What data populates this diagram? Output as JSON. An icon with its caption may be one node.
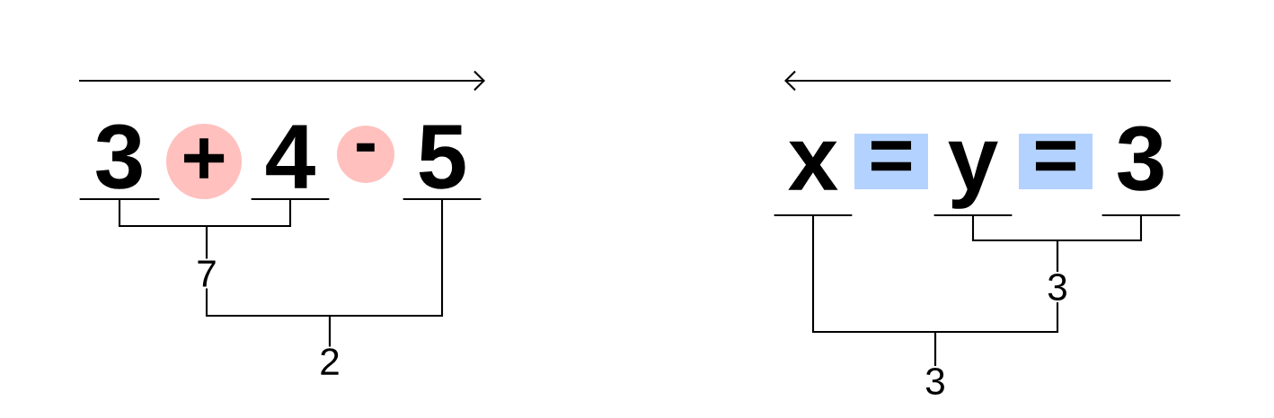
{
  "diagram": {
    "nodes": [
      {
        "text": [
          "3"
        ]
      },
      {
        "text": [
          "+"
        ]
      },
      {
        "text": [
          "4"
        ]
      },
      {
        "text": [
          "-"
        ]
      },
      {
        "text": [
          "5"
        ]
      },
      {
        "text": [
          "7"
        ]
      },
      {
        "text": [
          "2"
        ]
      },
      {
        "text": [
          "x"
        ]
      },
      {
        "text": [
          "="
        ]
      },
      {
        "text": [
          "y"
        ]
      },
      {
        "text": [
          "="
        ]
      },
      {
        "text": [
          "3"
        ]
      },
      {
        "text": [
          "3"
        ]
      },
      {
        "text": [
          "3"
        ]
      }
    ],
    "edges": [
      {
        "from": 0,
        "to": 5,
        "arrow": "none"
      },
      {
        "from": 2,
        "to": 5,
        "arrow": "none"
      },
      {
        "from": 5,
        "to": 6,
        "arrow": "none"
      },
      {
        "from": 4,
        "to": 6,
        "arrow": "none"
      },
      {
        "from": 9,
        "to": 12,
        "arrow": "none"
      },
      {
        "from": 11,
        "to": 12,
        "arrow": "none"
      },
      {
        "from": 7,
        "to": 13,
        "arrow": "none"
      },
      {
        "from": 12,
        "to": 13,
        "arrow": "none"
      }
    ]
  }
}
